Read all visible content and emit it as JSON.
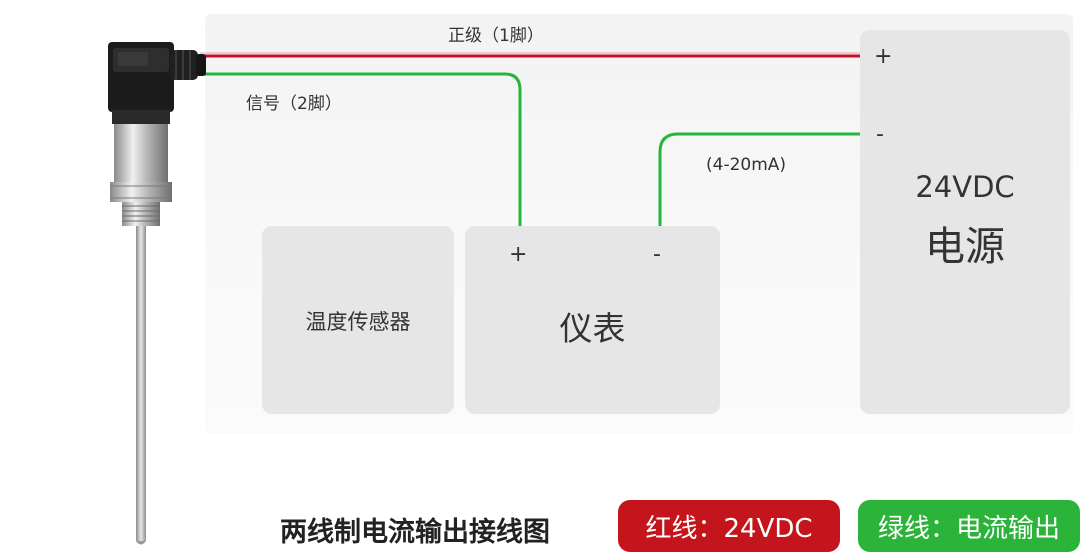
{
  "labels": {
    "positive_pin": "正级（1脚）",
    "signal_pin": "信号（2脚）",
    "current_range": "(4-20mA)",
    "plus": "+",
    "minus": "-"
  },
  "boxes": {
    "sensor": "温度传感器",
    "meter": "仪表",
    "power_voltage": "24VDC",
    "power_name": "电源"
  },
  "legend": {
    "title": "两线制电流输出接线图",
    "red_label": "红线：24VDC",
    "green_label": "绿线：电流输出"
  },
  "colors": {
    "red_wire": "#c8102e",
    "green_wire": "#27b53c",
    "red_badge": "#c4151c",
    "green_badge": "#2cb33a",
    "box": "#e6e6e6"
  }
}
